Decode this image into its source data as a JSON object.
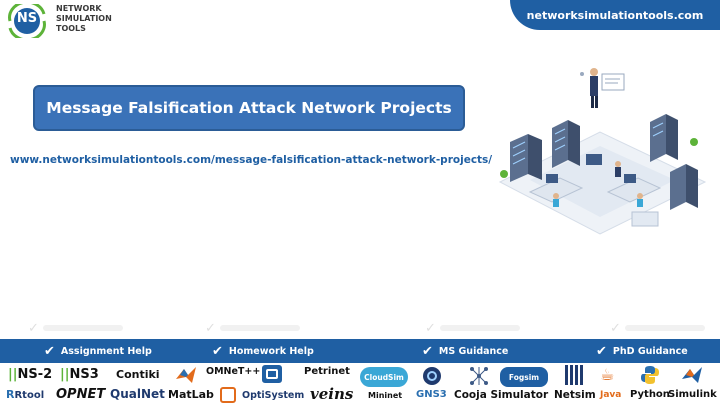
{
  "brand": {
    "badge": "NS",
    "line1": "NETWORK",
    "line2": "SIMULATION",
    "line3": "TOOLS"
  },
  "header": {
    "site_url": "networksimulationtools.com"
  },
  "main": {
    "title": "Message Falsification Attack Network Projects",
    "page_url": "www.networksimulationtools.com/message-falsification-attack-network-projects/"
  },
  "services": [
    {
      "label": "Assignment Help"
    },
    {
      "label": "Homework Help"
    },
    {
      "label": "MS  Guidance"
    },
    {
      "label": "PhD  Guidance"
    }
  ],
  "tools_row1": [
    {
      "label": "NS-2"
    },
    {
      "label": "NS3"
    },
    {
      "label": "Contiki"
    },
    {
      "label": "OMNeT++"
    },
    {
      "label": "Petrinet"
    },
    {
      "label": "CloudSim"
    },
    {
      "label": "Fogsim"
    }
  ],
  "tools_row2": [
    {
      "label": "Rtool"
    },
    {
      "label": "OPNET"
    },
    {
      "label": "QualNet"
    },
    {
      "label": "MatLab"
    },
    {
      "label": "OptiSystem"
    },
    {
      "label": "veins"
    },
    {
      "label": "Mininet"
    },
    {
      "label": "GNS3"
    },
    {
      "label": "Cooja Simulator"
    },
    {
      "label": "Netsim"
    },
    {
      "label": "Java"
    },
    {
      "label": "Python"
    },
    {
      "label": "Simulink"
    }
  ],
  "colors": {
    "primary": "#1f5fa3",
    "title_bg": "#3a72b8",
    "accent_green": "#5db339"
  }
}
